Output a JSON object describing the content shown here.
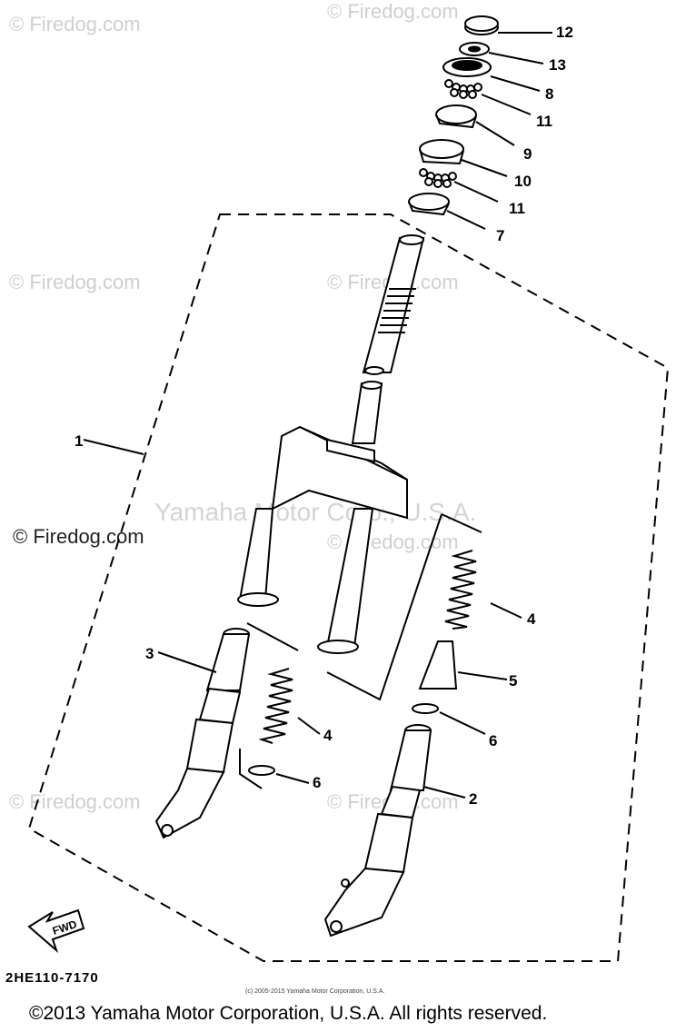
{
  "diagram": {
    "callouts": {
      "c1": "1",
      "c2": "2",
      "c3": "3",
      "c4a": "4",
      "c4b": "4",
      "c5": "5",
      "c6a": "6",
      "c6b": "6",
      "c7": "7",
      "c8": "8",
      "c9": "9",
      "c10": "10",
      "c11a": "11",
      "c11b": "11",
      "c12": "12",
      "c13": "13"
    },
    "fwd_label": "FWD",
    "center_watermark": "Yamaha Motor Corp., U.S.A.",
    "doc_code": "2HE110-7170"
  },
  "watermarks": {
    "firedog": "© Firedog.com",
    "firedog_dark": "© Firedog.com"
  },
  "footer": {
    "small_copyright": "(c) 2005-2015 Yamaha Motor Corporation, U.S.A.",
    "copyright": "©2013 Yamaha Motor Corporation, U.S.A. All rights reserved."
  }
}
